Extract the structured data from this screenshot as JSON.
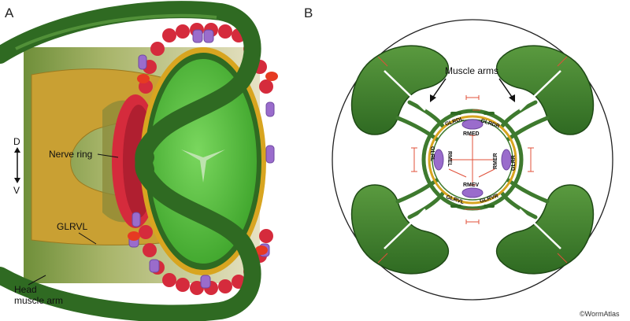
{
  "panel_a": {
    "letter": "A",
    "label_nerve_ring": "Nerve ring",
    "label_glrvl": "GLRVL",
    "label_head_line1": "Head",
    "label_head_line2": "muscle arm",
    "orient_d": "D",
    "orient_v": "V"
  },
  "panel_b": {
    "letter": "B",
    "label_muscle_arms": "Muscle arms",
    "neurons": {
      "rmed": "RMED",
      "rmev": "RMEV",
      "rmel": "RMEL",
      "rmer": "RMER",
      "glrdl": "GLRDL",
      "glrdr": "GLRDR",
      "glrl": "GLRL",
      "glrr": "GLRR",
      "glrvl": "GLRVL",
      "glrvr": "GLRVR"
    }
  },
  "credit": "©WormAtlas",
  "colors": {
    "muscle_green": "#3e7a2e",
    "dark_green": "#23501a",
    "tissue_gold": "#c9a033",
    "nerve_red": "#d52b3c",
    "neuron_purple": "#9a6ccc",
    "synapse_red": "#e03a2a",
    "pharynx_green": "#55c23d"
  }
}
